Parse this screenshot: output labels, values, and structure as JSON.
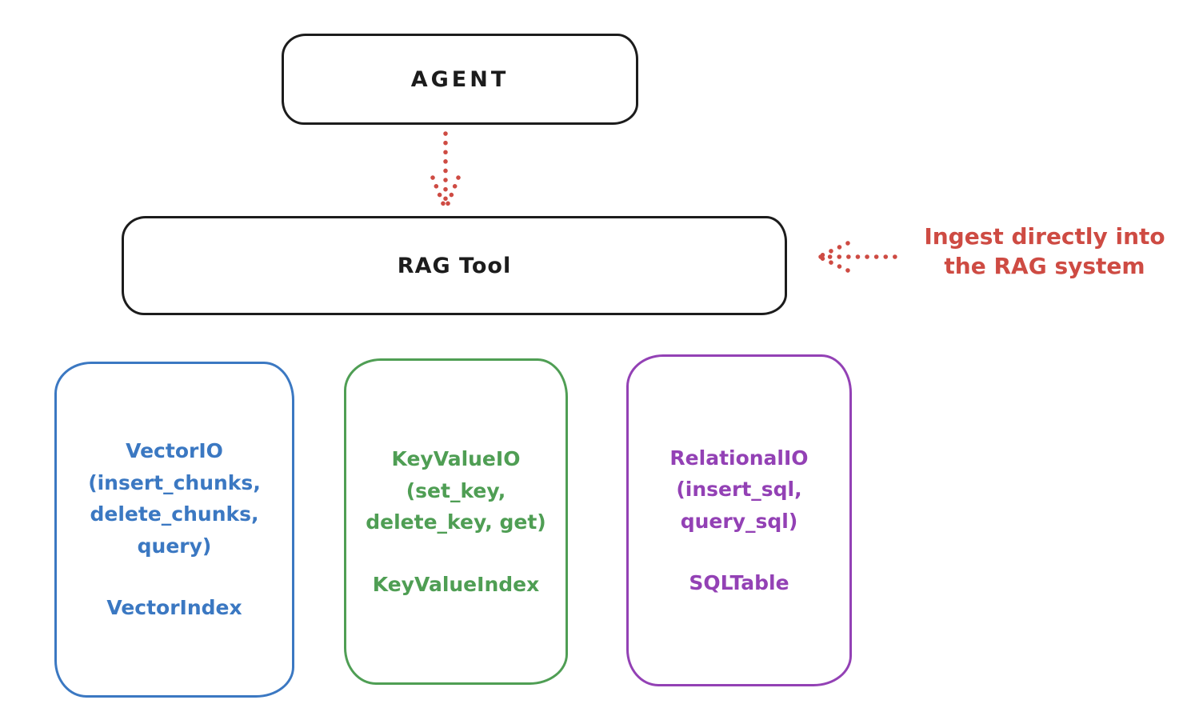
{
  "colors": {
    "ink": "#1c1c1c",
    "red": "#ce4b43",
    "blue": "#3b78c2",
    "green": "#4f9e54",
    "purple": "#9341b5"
  },
  "agent_box": {
    "label": "AGENT"
  },
  "rag_tool_box": {
    "label": "RAG Tool"
  },
  "annotation": {
    "line1": "Ingest directly into",
    "line2": "the RAG system"
  },
  "arrows": {
    "agent_to_rag": "dotted-down-arrow",
    "ingest": "dotted-left-arrow"
  },
  "storage_boxes": [
    {
      "lines": [
        "VectorIO",
        "(insert_chunks,",
        "delete_chunks,",
        "query)"
      ],
      "index_label": "VectorIndex"
    },
    {
      "lines": [
        "KeyValueIO",
        "(set_key,",
        "delete_key, get)"
      ],
      "index_label": "KeyValueIndex"
    },
    {
      "lines": [
        "RelationalIO",
        "(insert_sql,",
        "query_sql)"
      ],
      "index_label": "SQLTable"
    }
  ]
}
